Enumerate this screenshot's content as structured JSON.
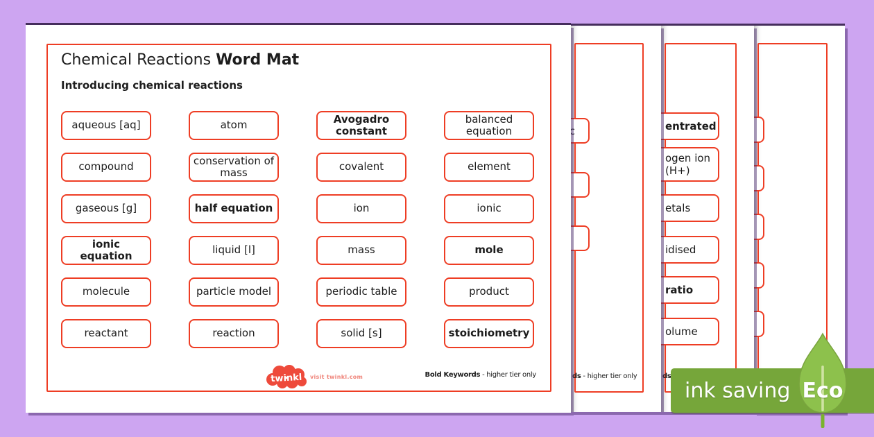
{
  "page1": {
    "title_regular": "Chemical Reactions ",
    "title_bold": "Word Mat",
    "subtitle": "Introducing chemical reactions",
    "words": [
      {
        "label": "aqueous [aq]",
        "bold": false
      },
      {
        "label": "atom",
        "bold": false
      },
      {
        "label": "Avogadro constant",
        "bold": true
      },
      {
        "label": "balanced equation",
        "bold": false
      },
      {
        "label": "compound",
        "bold": false
      },
      {
        "label": "conservation of mass",
        "bold": false
      },
      {
        "label": "covalent",
        "bold": false
      },
      {
        "label": "element",
        "bold": false
      },
      {
        "label": "gaseous [g]",
        "bold": false
      },
      {
        "label": "half equation",
        "bold": true
      },
      {
        "label": "ion",
        "bold": false
      },
      {
        "label": "ionic",
        "bold": false
      },
      {
        "label": "ionic equation",
        "bold": true
      },
      {
        "label": "liquid [l]",
        "bold": false
      },
      {
        "label": "mass",
        "bold": false
      },
      {
        "label": "mole",
        "bold": true
      },
      {
        "label": "molecule",
        "bold": false
      },
      {
        "label": "particle model",
        "bold": false
      },
      {
        "label": "periodic table",
        "bold": false
      },
      {
        "label": "product",
        "bold": false
      },
      {
        "label": "reactant",
        "bold": false
      },
      {
        "label": "reaction",
        "bold": false
      },
      {
        "label": "solid [s]",
        "bold": false
      },
      {
        "label": "stoichiometry",
        "bold": true
      }
    ],
    "logo_text": "twinkl",
    "logo_tagline": "visit twinkl.com",
    "footer_note_bold": "Bold Keywords",
    "footer_note_rest": " - higher tier only"
  },
  "page2": {
    "fragment_letter": "c",
    "footer_fragment_bold": "ds",
    "footer_fragment_rest": " - higher tier only"
  },
  "page3": {
    "fragments": [
      {
        "text": "entrated",
        "bold": true
      },
      {
        "text": "ogen ion\n(H+)",
        "bold": false
      },
      {
        "text": "etals",
        "bold": false
      },
      {
        "text": "idised",
        "bold": false
      },
      {
        "text": "ratio",
        "bold": true
      },
      {
        "text": "olume",
        "bold": false
      }
    ],
    "footer_fragment_bold": "ds"
  },
  "eco_badge": {
    "label": "ink saving",
    "eco": "Eco"
  },
  "colors": {
    "background_purple": "#cda5f1",
    "accent_red": "#ee3d24",
    "banner_green": "#76a63a",
    "leaf_green": "#8dc14c",
    "twinkl_coral": "#ee4a3b",
    "text_dark": "#1c1c1c"
  }
}
